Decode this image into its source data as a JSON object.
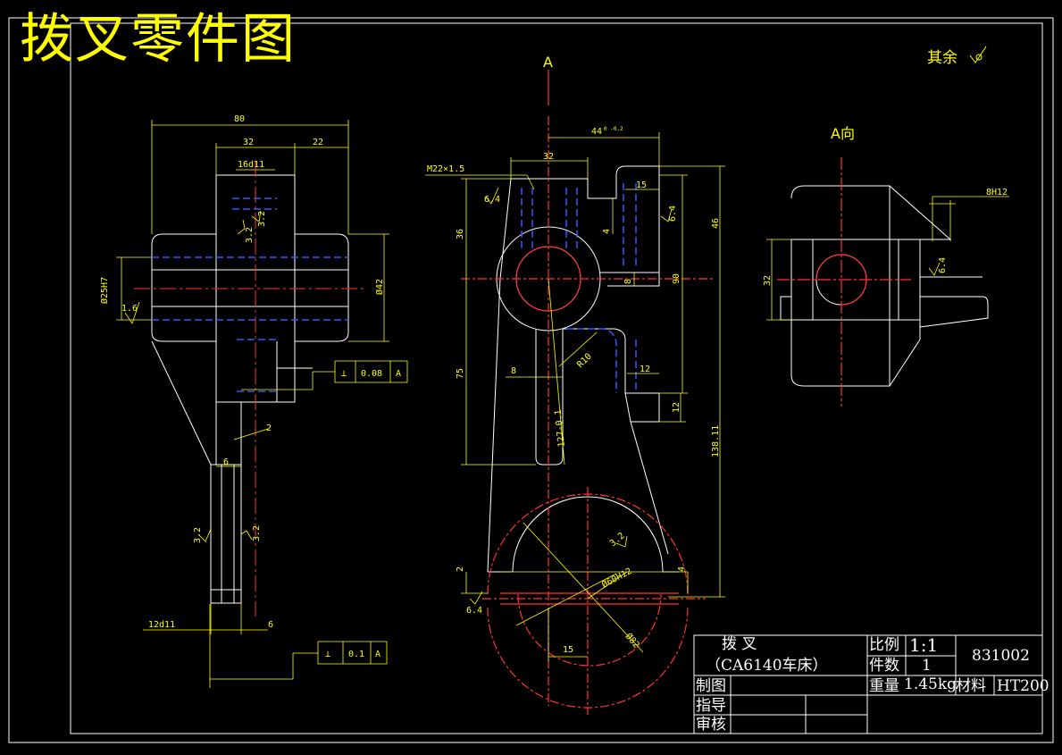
{
  "drawing": {
    "title": "拨叉零件图",
    "rest_roughness": "其余",
    "section_marker": "A",
    "view_a_label": "A向"
  },
  "colors": {
    "background": "#000000",
    "outline": "#ffffff",
    "dimension": "#ffff00",
    "centerline": "#ff0000",
    "hidden": "#0000ff"
  },
  "dims": {
    "side": {
      "overall_width": "80",
      "hub_width": "32",
      "right_offset": "22",
      "slot": "16d11",
      "bore": "Ø25H7",
      "outer_d": "Ø42",
      "rough_left": "1.6",
      "rough_top1": "3.2",
      "rough_top2": "3.2",
      "tol_frame1_sym": "⊥",
      "tol_frame1_val": "0.08",
      "tol_frame1_ref": "A",
      "chamfer": "2",
      "web": "6",
      "rough_fork1": "3.2",
      "rough_fork2": "3.2",
      "fork_width": "12d11",
      "fork_gap": "6",
      "tol_frame2_sym": "⊥",
      "tol_frame2_val": "0.1",
      "tol_frame2_ref": "A"
    },
    "front": {
      "thread": "M22×1.5",
      "top_width": "44",
      "top_width_tol": "0 -0.2",
      "hub": "32",
      "slot": "15",
      "rough1": "6.4",
      "rough2": "6.4",
      "h36": "36",
      "h4": "4",
      "h46": "46",
      "h8": "8",
      "h90": "90",
      "h75": "75",
      "w8": "8",
      "r10": "R10",
      "w12": "12",
      "h12": "12",
      "angle": "127-0.1",
      "h138": "138.11",
      "rough3": "3.2",
      "bore": "Ø60H12",
      "h2": "2",
      "h4b": "4",
      "rough4": "6.4",
      "w15": "15",
      "d82": "Ø82"
    },
    "aview": {
      "slot": "8H12",
      "rough": "6.4",
      "h32": "32"
    }
  },
  "title_block": {
    "part_name": "拨      叉",
    "machine": "（CA6140车床）",
    "scale_label": "比例",
    "scale_value": "1:1",
    "quantity_label": "件数",
    "quantity_value": "1",
    "drawing_no": "831002",
    "weight_label": "重量",
    "weight_value": "1.45kg",
    "material_label": "材料",
    "material_value": "HT200",
    "drawn_by": "制图",
    "guided_by": "指导",
    "checked_by": "审核"
  }
}
